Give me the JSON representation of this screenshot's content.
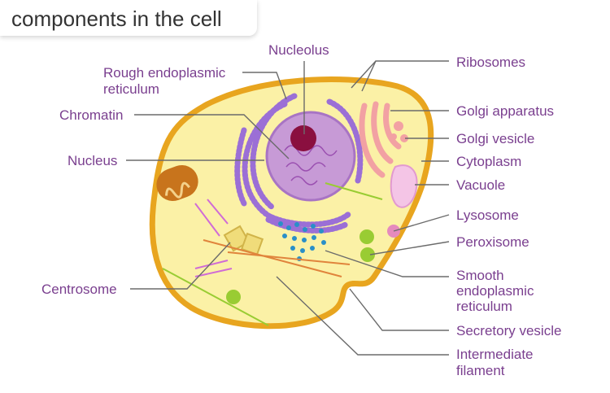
{
  "title": "components in the cell",
  "colors": {
    "label": "#7a3f8f",
    "leader": "#6b6b6b",
    "membrane": "#e8a51f",
    "cytoplasm": "#fbf1a6",
    "nucleus": "#c79ad6",
    "nucleolus": "#8a0f3f",
    "rough_er": "#9b6fd6",
    "golgi": "#f2a1a3",
    "vacuole": "#f4c5e6",
    "mitochondrion": "#c8741c",
    "ribosome": "#2a8fc8",
    "peroxisome": "#99cc33",
    "centrosome": "#f0dc7a"
  },
  "labels": {
    "rough_er": [
      "Rough endoplasmic",
      "reticulum"
    ],
    "nucleolus": "Nucleolus",
    "ribosomes": "Ribosomes",
    "chromatin": "Chromatin",
    "golgi_apparatus": "Golgi apparatus",
    "golgi_vesicle": "Golgi vesicle",
    "nucleus": "Nucleus",
    "cytoplasm": "Cytoplasm",
    "vacuole": "Vacuole",
    "lysosome": "Lysosome",
    "peroxisome": "Peroxisome",
    "centrosome": "Centrosome",
    "smooth_er": [
      "Smooth",
      "endoplasmic",
      "reticulum"
    ],
    "secretory_vesicle": "Secretory vesicle",
    "intermediate_filament": [
      "Intermediate",
      "filament"
    ]
  }
}
